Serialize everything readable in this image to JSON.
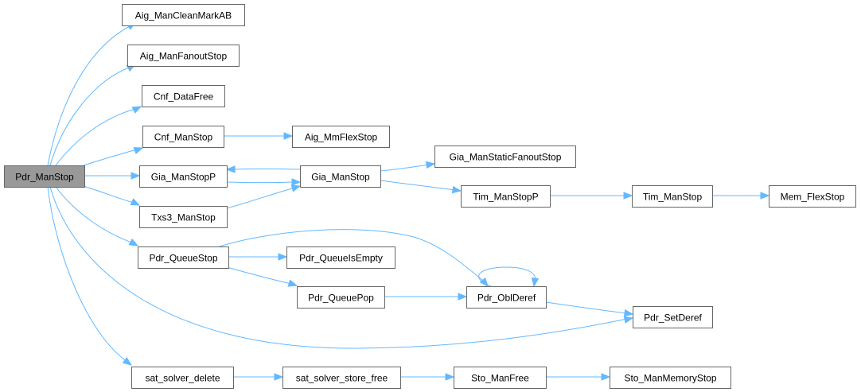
{
  "diagram": {
    "type": "call-graph",
    "root": "Pdr_ManStop",
    "colors": {
      "edge": "#63b8ff",
      "node_border": "#666666",
      "node_fill": "#ffffff",
      "root_fill": "#999999"
    },
    "nodes": [
      {
        "id": "pdr_manstop",
        "label": "Pdr_ManStop"
      },
      {
        "id": "aig_mancleanmarkab",
        "label": "Aig_ManCleanMarkAB"
      },
      {
        "id": "aig_manfanoutstop",
        "label": "Aig_ManFanoutStop"
      },
      {
        "id": "cnf_datafree",
        "label": "Cnf_DataFree"
      },
      {
        "id": "cnf_manstop",
        "label": "Cnf_ManStop"
      },
      {
        "id": "aig_mmflexstop",
        "label": "Aig_MmFlexStop"
      },
      {
        "id": "gia_manstopp",
        "label": "Gia_ManStopP"
      },
      {
        "id": "gia_manstop",
        "label": "Gia_ManStop"
      },
      {
        "id": "gia_manstaticfanoutstop",
        "label": "Gia_ManStaticFanoutStop"
      },
      {
        "id": "tim_manstopp",
        "label": "Tim_ManStopP"
      },
      {
        "id": "tim_manstop",
        "label": "Tim_ManStop"
      },
      {
        "id": "mem_flexstop",
        "label": "Mem_FlexStop"
      },
      {
        "id": "txs3_manstop",
        "label": "Txs3_ManStop"
      },
      {
        "id": "pdr_queuestop",
        "label": "Pdr_QueueStop"
      },
      {
        "id": "pdr_queueisempty",
        "label": "Pdr_QueueIsEmpty"
      },
      {
        "id": "pdr_queuepop",
        "label": "Pdr_QueuePop"
      },
      {
        "id": "pdr_oblderef",
        "label": "Pdr_OblDeref"
      },
      {
        "id": "pdr_setderef",
        "label": "Pdr_SetDeref"
      },
      {
        "id": "sat_solver_delete",
        "label": "sat_solver_delete"
      },
      {
        "id": "sat_solver_store_free",
        "label": "sat_solver_store_free"
      },
      {
        "id": "sto_manfree",
        "label": "Sto_ManFree"
      },
      {
        "id": "sto_manmemorystop",
        "label": "Sto_ManMemoryStop"
      }
    ],
    "edges": [
      {
        "from": "pdr_manstop",
        "to": "aig_mancleanmarkab"
      },
      {
        "from": "pdr_manstop",
        "to": "aig_manfanoutstop"
      },
      {
        "from": "pdr_manstop",
        "to": "cnf_datafree"
      },
      {
        "from": "pdr_manstop",
        "to": "cnf_manstop"
      },
      {
        "from": "pdr_manstop",
        "to": "gia_manstopp"
      },
      {
        "from": "pdr_manstop",
        "to": "txs3_manstop"
      },
      {
        "from": "pdr_manstop",
        "to": "pdr_queuestop"
      },
      {
        "from": "pdr_manstop",
        "to": "pdr_setderef"
      },
      {
        "from": "pdr_manstop",
        "to": "sat_solver_delete"
      },
      {
        "from": "cnf_manstop",
        "to": "aig_mmflexstop"
      },
      {
        "from": "gia_manstopp",
        "to": "gia_manstop"
      },
      {
        "from": "gia_manstop",
        "to": "gia_manstopp"
      },
      {
        "from": "gia_manstop",
        "to": "gia_manstaticfanoutstop"
      },
      {
        "from": "gia_manstop",
        "to": "tim_manstopp"
      },
      {
        "from": "txs3_manstop",
        "to": "gia_manstop"
      },
      {
        "from": "tim_manstopp",
        "to": "tim_manstop"
      },
      {
        "from": "tim_manstop",
        "to": "mem_flexstop"
      },
      {
        "from": "pdr_queuestop",
        "to": "pdr_queueisempty"
      },
      {
        "from": "pdr_queuestop",
        "to": "pdr_queuepop"
      },
      {
        "from": "pdr_queuestop",
        "to": "pdr_oblderef"
      },
      {
        "from": "pdr_queuepop",
        "to": "pdr_oblderef"
      },
      {
        "from": "pdr_oblderef",
        "to": "pdr_oblderef"
      },
      {
        "from": "pdr_oblderef",
        "to": "pdr_setderef"
      },
      {
        "from": "sat_solver_delete",
        "to": "sat_solver_store_free"
      },
      {
        "from": "sat_solver_store_free",
        "to": "sto_manfree"
      },
      {
        "from": "sto_manfree",
        "to": "sto_manmemorystop"
      }
    ]
  }
}
